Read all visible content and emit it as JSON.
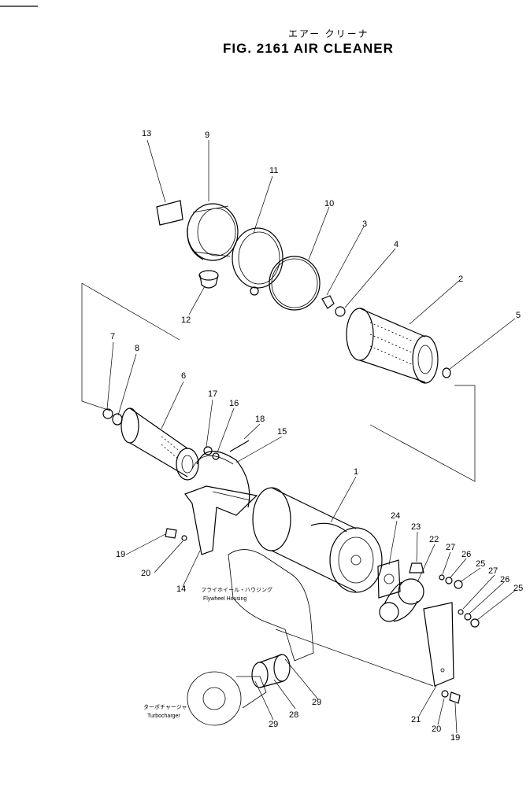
{
  "header": {
    "title_jp": "エアー クリーナ",
    "title": "FIG. 2161   AIR CLEANER"
  },
  "captions": {
    "flywheel_jp": "フライホイール・ハウジング",
    "flywheel_en": "Flywheel Housing",
    "turbo_jp": "ターボチャージャ",
    "turbo_en": "Turbocharger"
  },
  "callouts": [
    "13",
    "9",
    "11",
    "10",
    "3",
    "4",
    "2",
    "5",
    "12",
    "7",
    "8",
    "6",
    "17",
    "16",
    "18",
    "15",
    "1",
    "24",
    "23",
    "22",
    "27",
    "26",
    "25",
    "27",
    "26",
    "25",
    "19",
    "20",
    "14",
    "29",
    "28",
    "29",
    "21",
    "20",
    "19"
  ],
  "colors": {
    "ink": "#000000",
    "paper": "#ffffff"
  }
}
